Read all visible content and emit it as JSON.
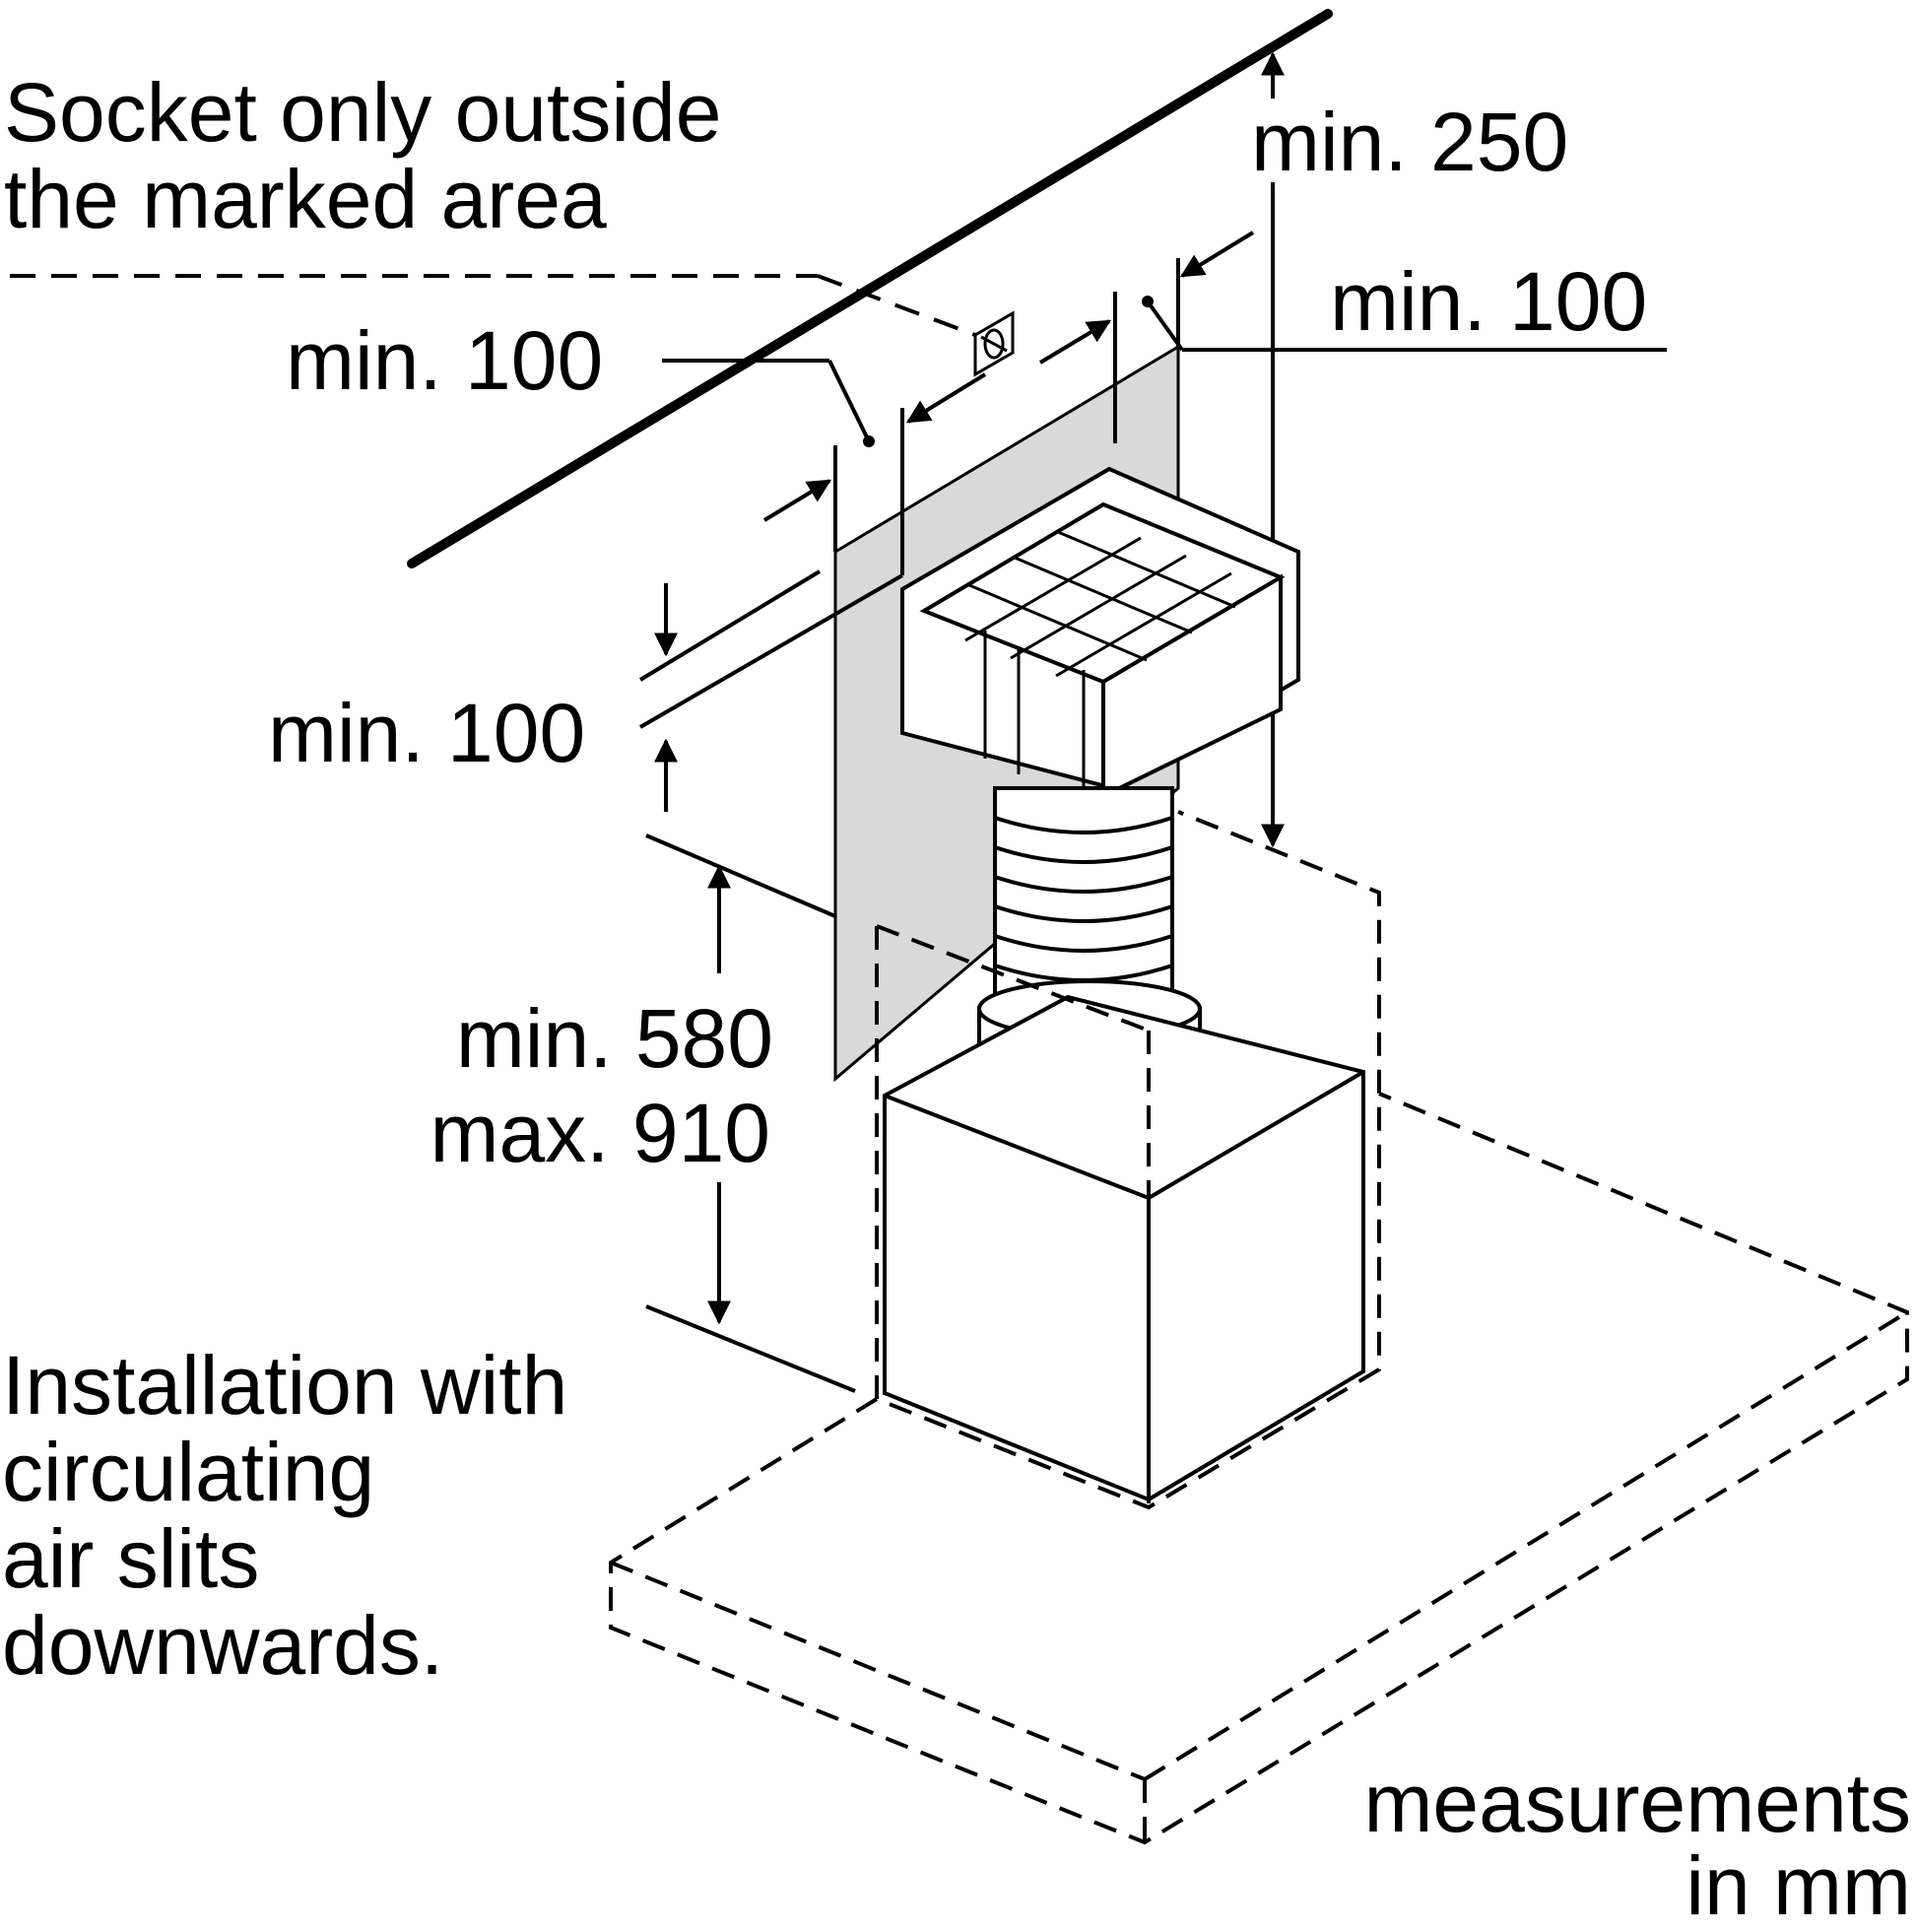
{
  "labels": {
    "socket_note_line1": "Socket only outside",
    "socket_note_line2": "the marked area",
    "top_clearance": "min. 250",
    "right_clearance": "min. 100",
    "left_clearance": "min. 100",
    "vertical_clearance": "min. 100",
    "height_min": "min. 580",
    "height_max": "max. 910",
    "install_line1": "Installation with",
    "install_line2": "circulating",
    "install_line3": "air slits",
    "install_line4": "downwards.",
    "units_line1": "measurements",
    "units_line2": "in mm"
  },
  "colors": {
    "line": "#000000",
    "marked_area": "#d9d9d9",
    "background": "#ffffff"
  }
}
